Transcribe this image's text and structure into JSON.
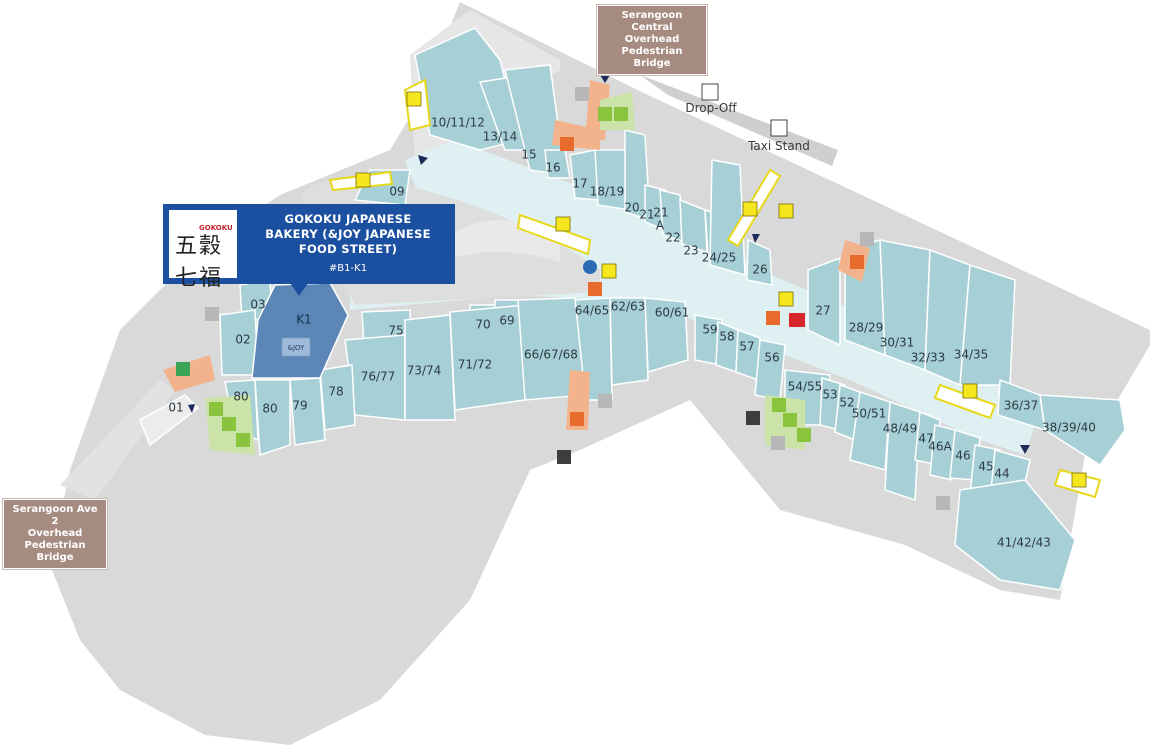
{
  "map": {
    "store_units": [
      {
        "id": "10/11/12"
      },
      {
        "id": "13/14"
      },
      {
        "id": "15"
      },
      {
        "id": "16"
      },
      {
        "id": "09"
      },
      {
        "id": "17"
      },
      {
        "id": "18/19"
      },
      {
        "id": "20"
      },
      {
        "id": "21"
      },
      {
        "id": "21A_a",
        "label": "21"
      },
      {
        "id": "21A_b",
        "label": "A"
      },
      {
        "id": "22"
      },
      {
        "id": "23"
      },
      {
        "id": "24/25"
      },
      {
        "id": "26"
      },
      {
        "id": "27"
      },
      {
        "id": "28/29"
      },
      {
        "id": "30/31"
      },
      {
        "id": "32/33"
      },
      {
        "id": "34/35"
      },
      {
        "id": "36/37"
      },
      {
        "id": "38/39/40"
      },
      {
        "id": "03"
      },
      {
        "id": "02"
      },
      {
        "id": "K1"
      },
      {
        "id": "75"
      },
      {
        "id": "70"
      },
      {
        "id": "69"
      },
      {
        "id": "64/65"
      },
      {
        "id": "62/63"
      },
      {
        "id": "60/61"
      },
      {
        "id": "59"
      },
      {
        "id": "58"
      },
      {
        "id": "57"
      },
      {
        "id": "56"
      },
      {
        "id": "76/77"
      },
      {
        "id": "73/74"
      },
      {
        "id": "71/72"
      },
      {
        "id": "66/67/68"
      },
      {
        "id": "78"
      },
      {
        "id": "79"
      },
      {
        "id": "80a",
        "label": "80"
      },
      {
        "id": "80b",
        "label": "80"
      },
      {
        "id": "01"
      },
      {
        "id": "54/55"
      },
      {
        "id": "53"
      },
      {
        "id": "52"
      },
      {
        "id": "50/51"
      },
      {
        "id": "48/49"
      },
      {
        "id": "47"
      },
      {
        "id": "46A"
      },
      {
        "id": "46"
      },
      {
        "id": "45"
      },
      {
        "id": "44"
      },
      {
        "id": "41/42/43"
      }
    ],
    "labels": {
      "u_10_11_12": "10/11/12",
      "u_13_14": "13/14",
      "u_15": "15",
      "u_16": "16",
      "u_09": "09",
      "u_17": "17",
      "u_18_19": "18/19",
      "u_20": "20",
      "u_21": "21",
      "u_21a_top": "21",
      "u_21a_bot": "A",
      "u_22": "22",
      "u_23": "23",
      "u_24_25": "24/25",
      "u_26": "26",
      "u_27": "27",
      "u_28_29": "28/29",
      "u_30_31": "30/31",
      "u_32_33": "32/33",
      "u_34_35": "34/35",
      "u_36_37": "36/37",
      "u_38_39_40": "38/39/40",
      "u_03": "03",
      "u_02": "02",
      "u_k1": "K1",
      "u_75": "75",
      "u_70": "70",
      "u_69": "69",
      "u_64_65": "64/65",
      "u_62_63": "62/63",
      "u_60_61": "60/61",
      "u_59": "59",
      "u_58": "58",
      "u_57": "57",
      "u_56": "56",
      "u_76_77": "76/77",
      "u_73_74": "73/74",
      "u_71_72": "71/72",
      "u_66_67_68": "66/67/68",
      "u_78": "78",
      "u_79": "79",
      "u_80a": "80",
      "u_80b": "80",
      "u_01": "01",
      "u_54_55": "54/55",
      "u_53": "53",
      "u_52": "52",
      "u_50_51": "50/51",
      "u_48_49": "48/49",
      "u_47": "47",
      "u_46a": "46A",
      "u_46": "46",
      "u_45": "45",
      "u_44": "44",
      "u_41_42_43": "41/42/43",
      "joy_badge": "&JOY"
    },
    "external": {
      "drop_off": "Drop-Off",
      "taxi_stand": "Taxi Stand"
    },
    "bridges": {
      "serangoon_central": [
        "Serangoon Central",
        "Overhead",
        "Pedestrian Bridge"
      ],
      "serangoon_ave2": [
        "Serangoon Ave 2",
        "Overhead",
        "Pedestrian Bridge"
      ]
    },
    "callout": {
      "title_lines": [
        "GOKOKU JAPANESE",
        "BAKERY (&JOY JAPANESE",
        "FOOD STREET)"
      ],
      "unit": "#B1-K1",
      "logo_text": "五穀七福"
    },
    "colors": {
      "unit_fill": "#a6cfd6",
      "highlight_fill": "#5b86b6",
      "corridor": "#dff0f2",
      "floor": "#dadada",
      "service": "#f2b38c",
      "escalator": "#f5e61e",
      "callout_bg": "#1b4fa0",
      "bridge_tag": "#a68b80"
    },
    "icons": [
      "escalator-icon",
      "lift-icon",
      "toilet-icon",
      "accessible-icon",
      "atm-icon",
      "car-icon",
      "taxi-icon",
      "entrance-arrow-icon",
      "babycare-icon"
    ]
  }
}
